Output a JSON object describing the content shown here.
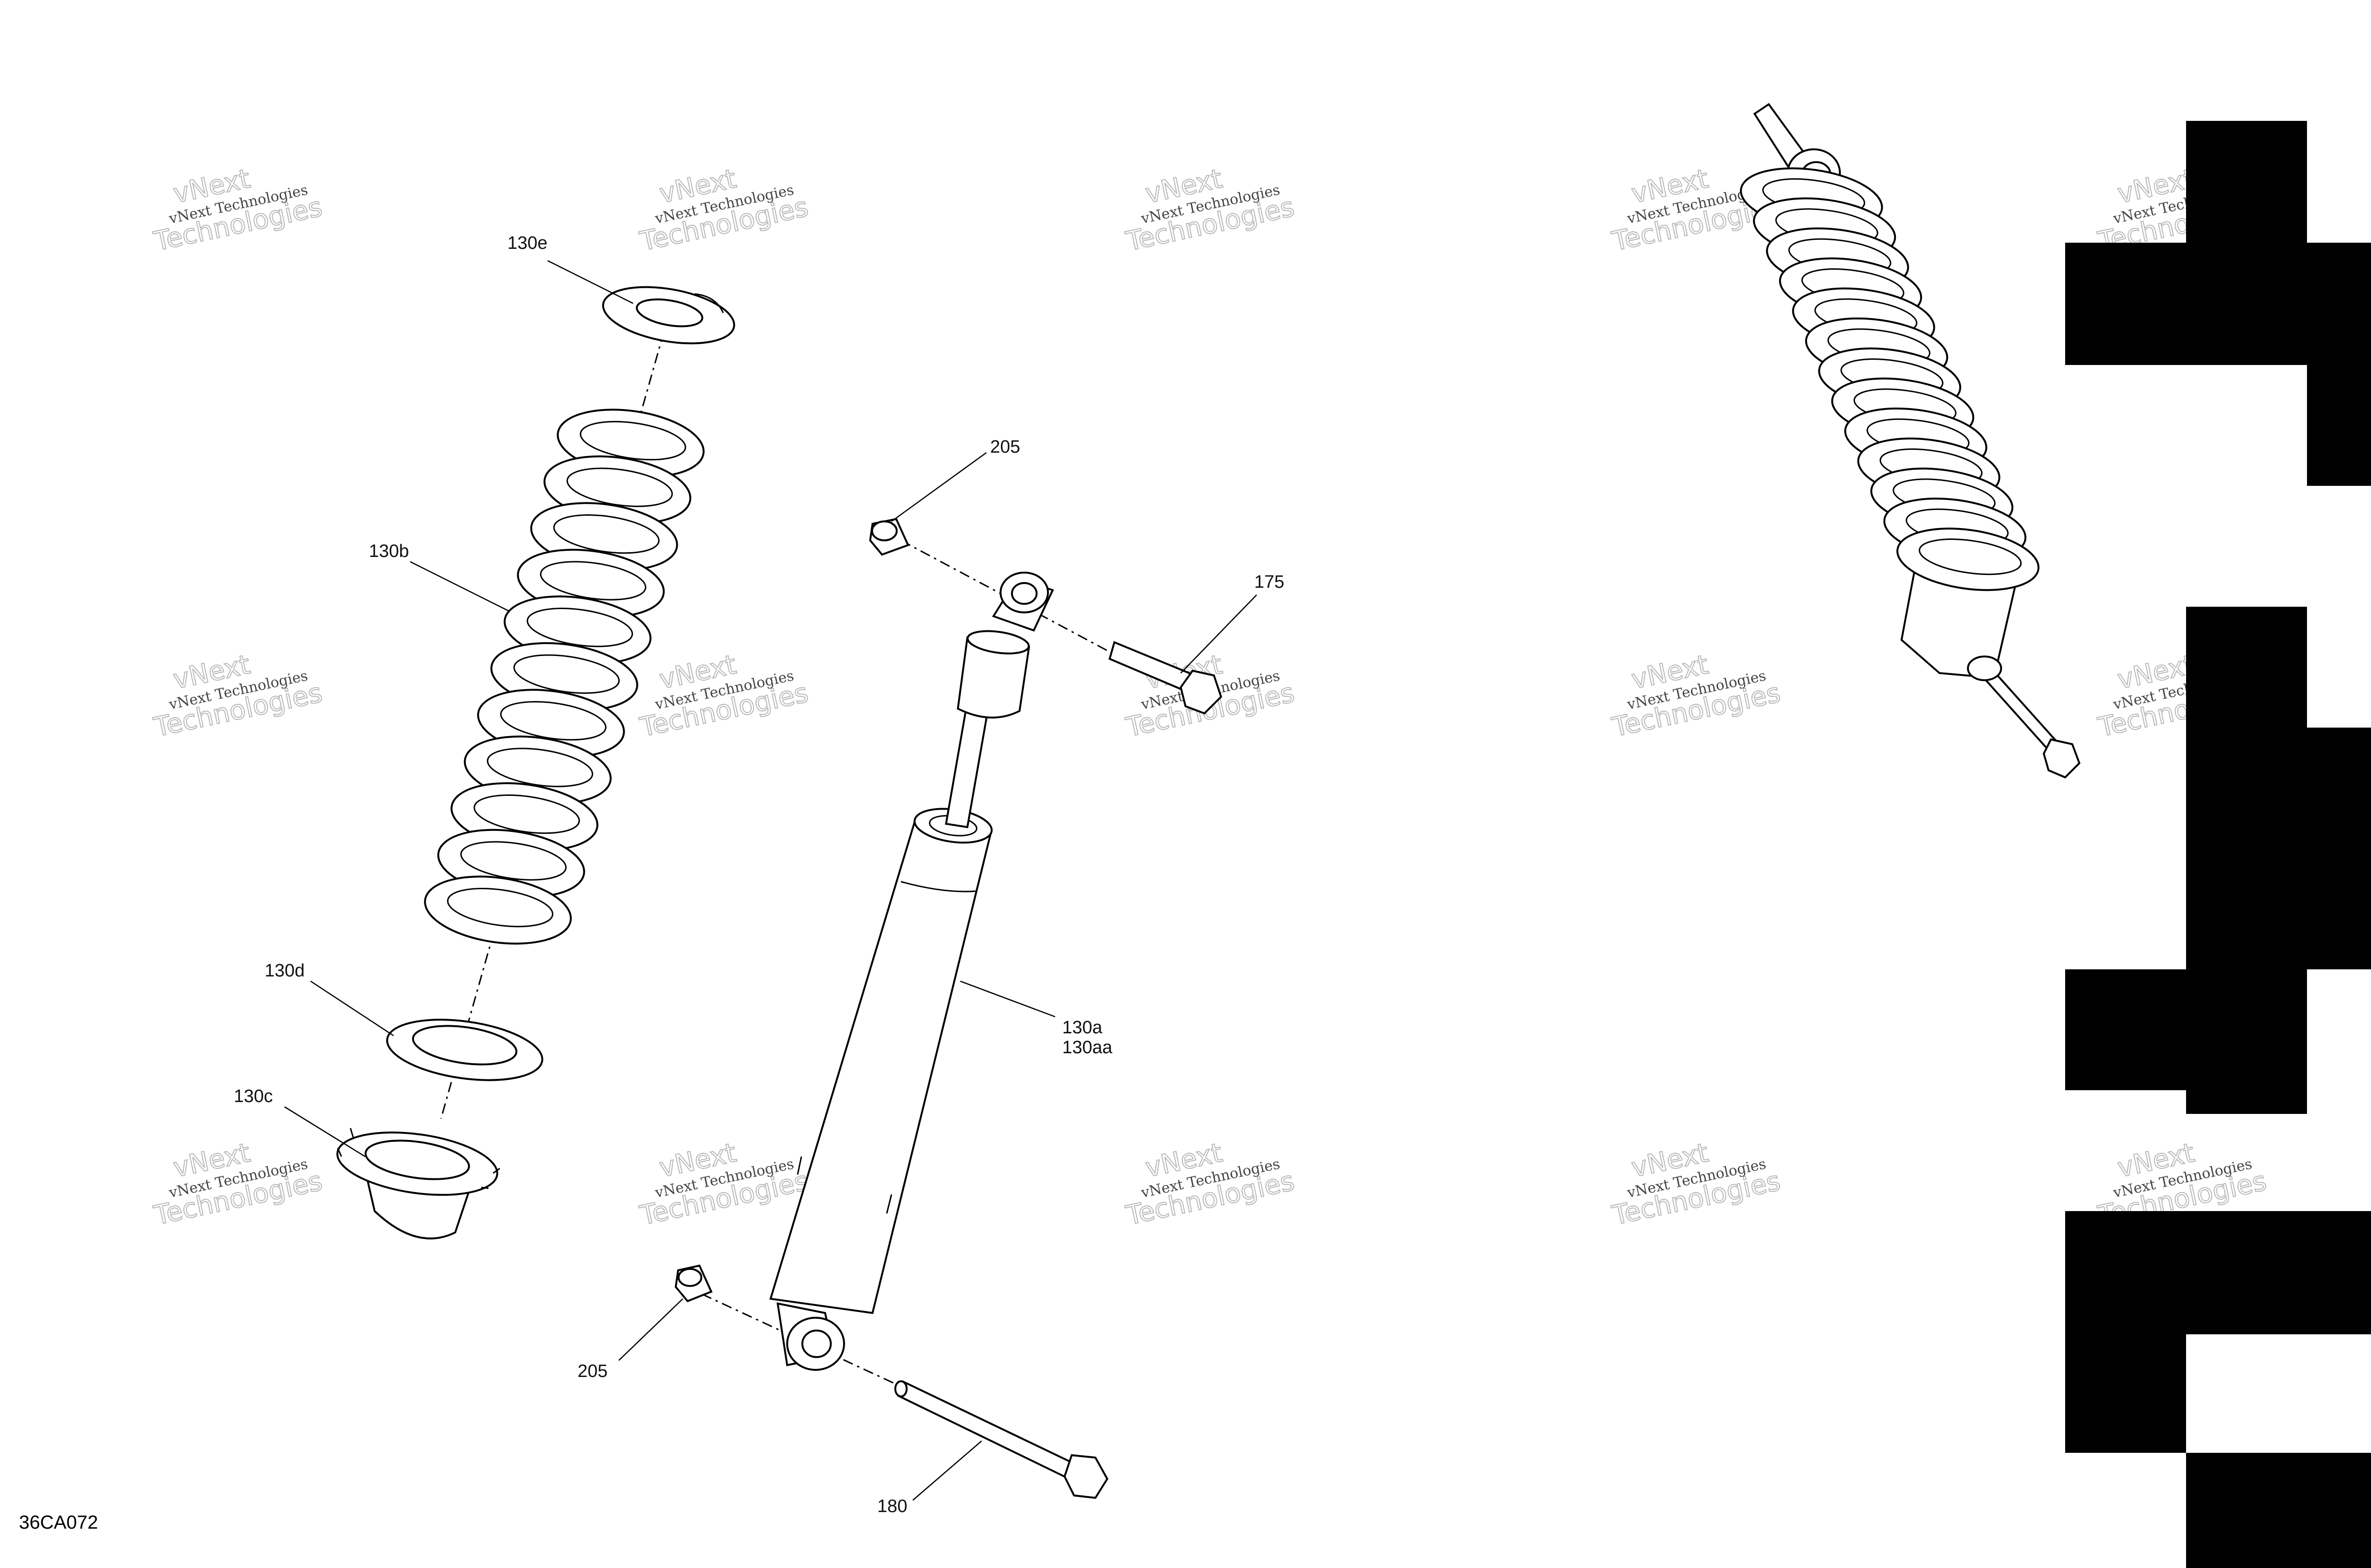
{
  "diagram_id": "36CA072",
  "watermark": {
    "line1": "vNext Technologies",
    "line2": "Technologies",
    "stamp": "vNext"
  },
  "callouts": {
    "c130e": "130e",
    "c130b": "130b",
    "c130d": "130d",
    "c130c": "130c",
    "c205_top": "205",
    "c175": "175",
    "c130a": "130a",
    "c130aa": "130aa",
    "c205_bottom": "205",
    "c180": "180"
  },
  "colors": {
    "ink": "#000000",
    "paper": "#ffffff",
    "watermark": "#b8b8b8"
  }
}
